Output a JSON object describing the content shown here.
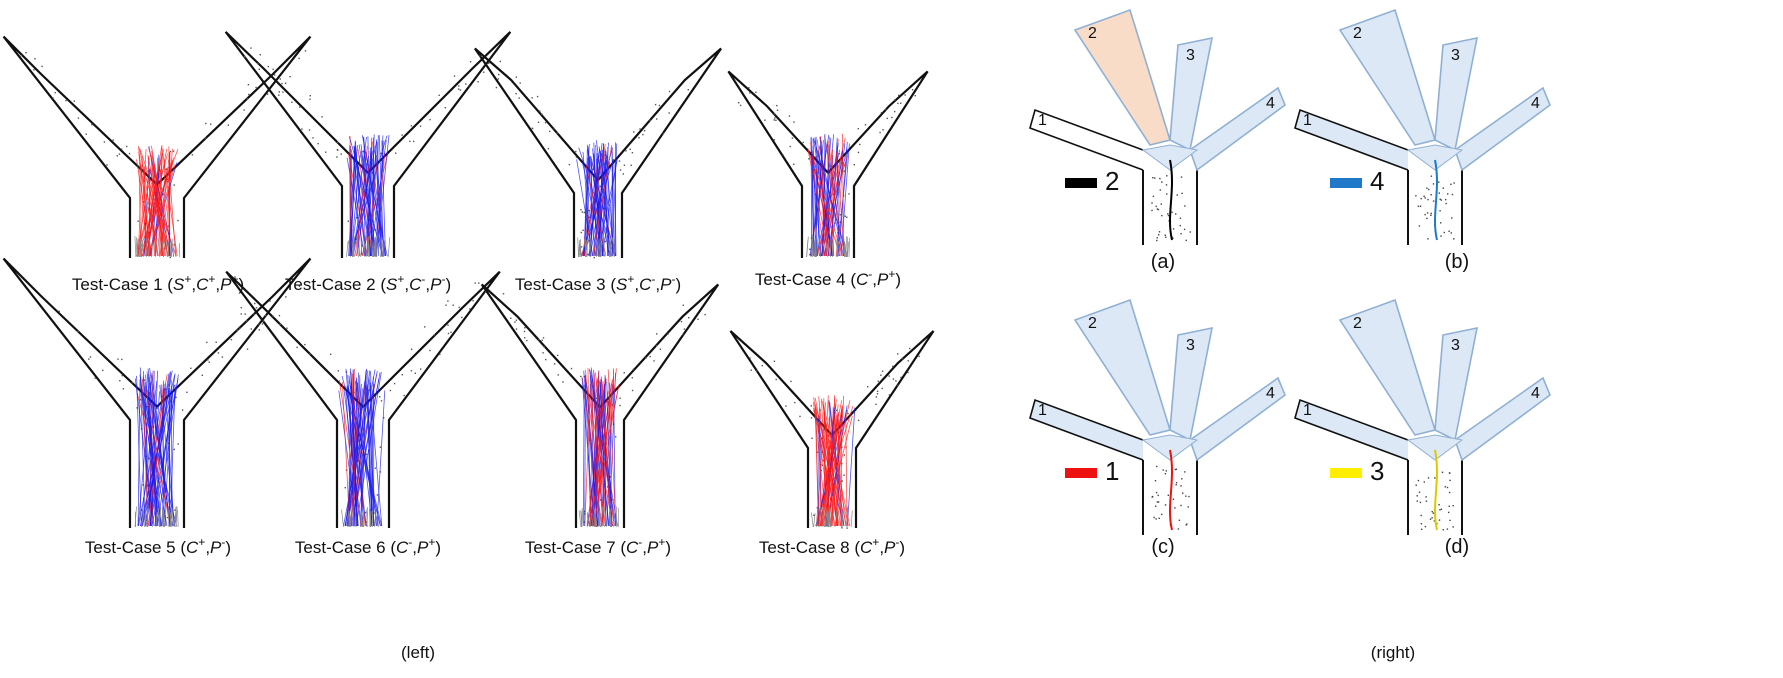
{
  "left": {
    "label": "(left)",
    "panels": [
      {
        "title": "Test-Case 1",
        "params": [
          {
            "letter": "S",
            "sign": "+"
          },
          {
            "letter": "C",
            "sign": "+"
          },
          {
            "letter": "P",
            "sign": "+"
          }
        ],
        "dominant": "red"
      },
      {
        "title": "Test-Case 2",
        "params": [
          {
            "letter": "S",
            "sign": "+"
          },
          {
            "letter": "C",
            "sign": "-"
          },
          {
            "letter": "P",
            "sign": "-"
          }
        ],
        "dominant": "blue"
      },
      {
        "title": "Test-Case 3",
        "params": [
          {
            "letter": "S",
            "sign": "+"
          },
          {
            "letter": "C",
            "sign": "-"
          },
          {
            "letter": "P",
            "sign": "-"
          }
        ],
        "dominant": "blue"
      },
      {
        "title": "Test-Case 4",
        "params": [
          {
            "letter": "C",
            "sign": "-"
          },
          {
            "letter": "P",
            "sign": "+"
          }
        ],
        "dominant": "mixed"
      },
      {
        "title": "Test-Case 5",
        "params": [
          {
            "letter": "C",
            "sign": "+"
          },
          {
            "letter": "P",
            "sign": "-"
          }
        ],
        "dominant": "blue"
      },
      {
        "title": "Test-Case 6",
        "params": [
          {
            "letter": "C",
            "sign": "-"
          },
          {
            "letter": "P",
            "sign": "+"
          }
        ],
        "dominant": "blue"
      },
      {
        "title": "Test-Case 7",
        "params": [
          {
            "letter": "C",
            "sign": "-"
          },
          {
            "letter": "P",
            "sign": "+"
          }
        ],
        "dominant": "mixed"
      },
      {
        "title": "Test-Case 8",
        "params": [
          {
            "letter": "C",
            "sign": "+"
          },
          {
            "letter": "P",
            "sign": "-"
          }
        ],
        "dominant": "red"
      }
    ]
  },
  "right": {
    "label": "(right)",
    "panels": [
      {
        "tag": "(a)",
        "branches": [
          "1",
          "2",
          "3",
          "4"
        ],
        "highlighted": "2",
        "legend_number": "2",
        "legend_color": "#000000"
      },
      {
        "tag": "(b)",
        "branches": [
          "1",
          "2",
          "3",
          "4"
        ],
        "highlighted": "",
        "legend_number": "4",
        "legend_color": "#1f78c8"
      },
      {
        "tag": "(c)",
        "branches": [
          "1",
          "2",
          "3",
          "4"
        ],
        "highlighted": "",
        "legend_number": "1",
        "legend_color": "#ee1111"
      },
      {
        "tag": "(d)",
        "branches": [
          "1",
          "2",
          "3",
          "4"
        ],
        "highlighted": "",
        "legend_number": "3",
        "legend_color": "#ffee00"
      }
    ]
  },
  "colors": {
    "trajectory_red": "#ff1a1a",
    "trajectory_blue": "#1a1aee",
    "trajectory_gray": "#888888",
    "zone_fill": "#dce8f5",
    "zone_stroke": "#8fb0d4",
    "highlight_fill": "#f8dcc8"
  }
}
